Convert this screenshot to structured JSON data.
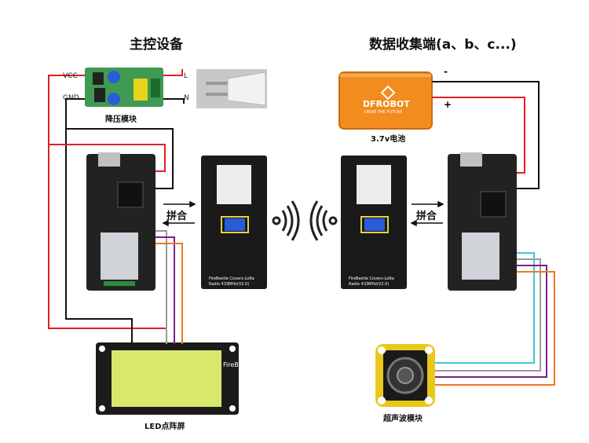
{
  "titles": {
    "master": "主控设备",
    "collector": "数据收集端(a、b、c...)"
  },
  "labels": {
    "psu": "降压模块",
    "battery": "3.7v电池",
    "matrix": "LED点阵屏",
    "ultrasonic": "超声波模块",
    "merge_left": "拼合",
    "merge_right": "拼合"
  },
  "power_pins": {
    "vcc": "VCC",
    "gnd": "GND",
    "l": "L",
    "n": "N",
    "minus": "-",
    "plus": "+"
  },
  "battery_brand": "DFROBOT",
  "battery_sub": "DRIVE THE FUTURE",
  "lora_board_caption": "FireBeetle Covers-LoRa",
  "lora_board_freq": "Radio 433MHz(V2.0)",
  "matrix_brand": "FireBeetle",
  "wire_colors": {
    "red": "#e02020",
    "black": "#111111",
    "grey": "#9a9a9a",
    "purple": "#7a1f8a",
    "orange": "#f07820",
    "cyan": "#40c8d8"
  }
}
